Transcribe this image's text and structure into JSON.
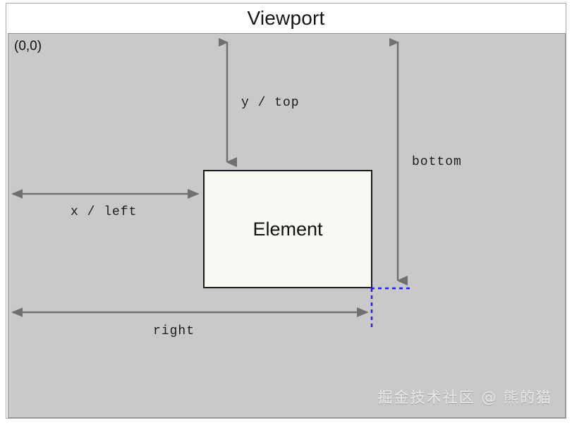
{
  "diagram": {
    "title": "Viewport",
    "origin_label": "(0,0)",
    "element_label": "Element",
    "watermark": "掘金技术社区 @ 熊的猫",
    "colors": {
      "viewport_fill": "#c9c9c9",
      "viewport_border": "#8f8f8f",
      "element_fill": "#f9f8f3",
      "element_border": "#1a1a1a",
      "arrow": "#707070",
      "guide_line": "#2222dd",
      "title_text": "#151515"
    },
    "measurements": [
      {
        "id": "y-top",
        "label": "y / top",
        "orientation": "vertical",
        "from": "viewport-top",
        "to": "element-top"
      },
      {
        "id": "bottom",
        "label": "bottom",
        "orientation": "vertical",
        "from": "viewport-top",
        "to": "element-bottom"
      },
      {
        "id": "x-left",
        "label": "x / left",
        "orientation": "horizontal",
        "from": "viewport-left",
        "to": "element-left"
      },
      {
        "id": "right",
        "label": "right",
        "orientation": "horizontal",
        "from": "viewport-left",
        "to": "element-right"
      }
    ],
    "guides": [
      {
        "id": "guide-horizontal",
        "orientation": "horizontal",
        "style": "dotted"
      },
      {
        "id": "guide-vertical",
        "orientation": "vertical",
        "style": "dotted"
      }
    ]
  }
}
